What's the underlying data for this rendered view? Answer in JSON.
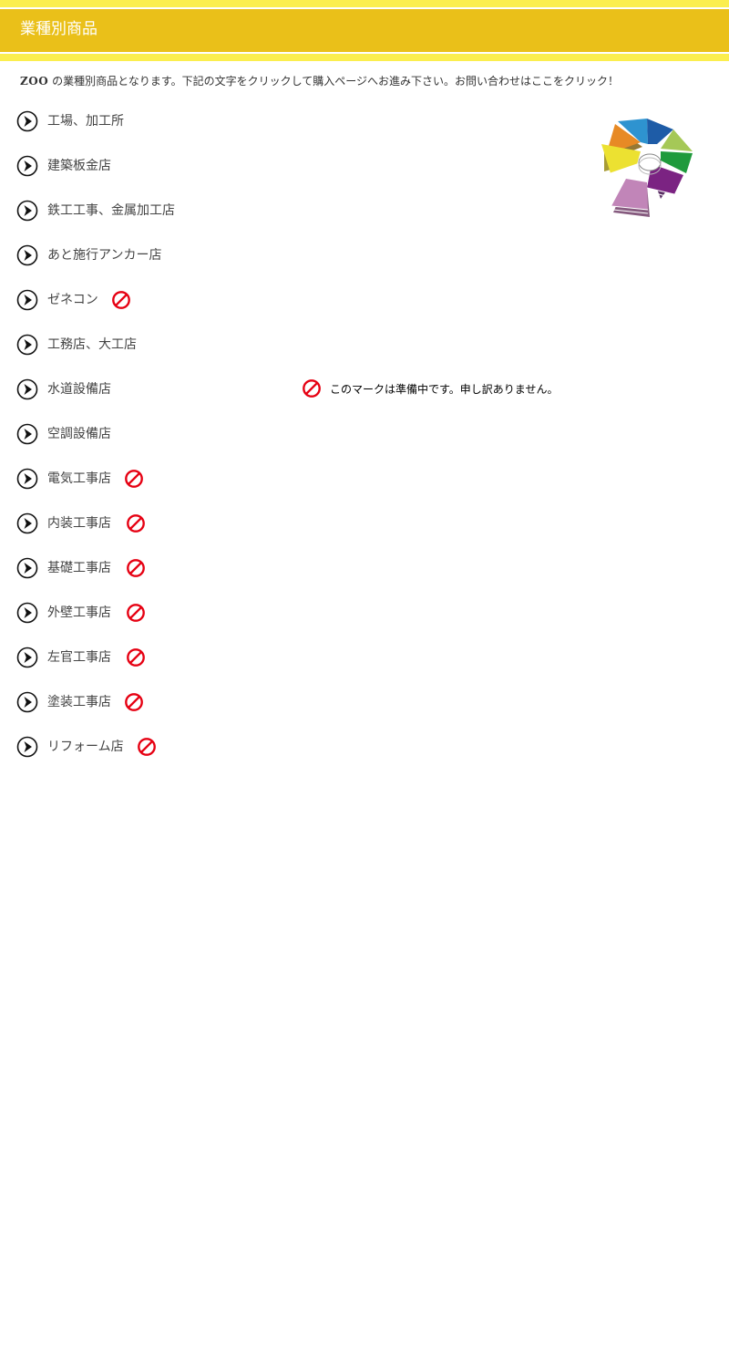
{
  "header": {
    "title": "業種別商品"
  },
  "intro": {
    "brand": "ZOO",
    "text": "の業種別商品となります。下記の文字をクリックして購入ページへお進み下さい。お問い合わせはここをクリック！"
  },
  "categories": [
    {
      "label": "工場、加工所",
      "unavailable": false
    },
    {
      "label": "建築板金店",
      "unavailable": false
    },
    {
      "label": "鉄工工事、金属加工店",
      "unavailable": false
    },
    {
      "label": "あと施行アンカー店",
      "unavailable": false
    },
    {
      "label": "ゼネコン",
      "unavailable": true
    },
    {
      "label": "工務店、大工店",
      "unavailable": false
    },
    {
      "label": "水道設備店",
      "unavailable": false
    },
    {
      "label": "空調設備店",
      "unavailable": false
    },
    {
      "label": "電気工事店",
      "unavailable": true
    },
    {
      "label": "内装工事店",
      "unavailable": true
    },
    {
      "label": "基礎工事店",
      "unavailable": true
    },
    {
      "label": "外壁工事店",
      "unavailable": true
    },
    {
      "label": "左官工事店",
      "unavailable": true
    },
    {
      "label": "塗装工事店",
      "unavailable": true
    },
    {
      "label": "リフォーム店",
      "unavailable": true
    }
  ],
  "legend": {
    "text": "このマークは準備中です。申し訳ありません。"
  },
  "icons": {
    "arrow": "arrow-circle-icon",
    "unavailable": "prohibited-icon",
    "logo": "pie-wheel-logo-icon"
  },
  "colors": {
    "header": "#eac019",
    "band": "#fbee4e",
    "ban": "#e60012"
  }
}
